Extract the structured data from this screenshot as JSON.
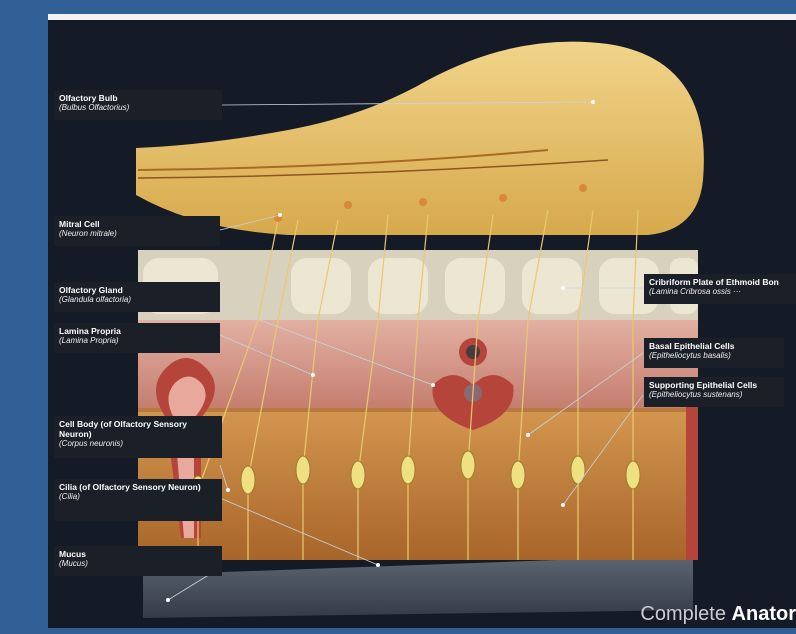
{
  "labels": [
    {
      "title": "Olfactory Bulb",
      "subtitle": "(Bulbus Olfactorius)"
    },
    {
      "title": "Mitral Cell",
      "subtitle": "(Neuron mitrale)"
    },
    {
      "title": "Olfactory Gland",
      "subtitle": "(Glandula olfactoria)"
    },
    {
      "title": "Lamina Propria",
      "subtitle": "(Lamina Propria)"
    },
    {
      "title": "Cell Body (of Olfactory Sensory Neuron)",
      "subtitle": "(Corpus neuronis)"
    },
    {
      "title": "Cilia (of Olfactory Sensory Neuron)",
      "subtitle": "(Cilia)"
    },
    {
      "title": "Mucus",
      "subtitle": "(Mucus)"
    },
    {
      "title": "Cribriform Plate of Ethmoid Bon",
      "subtitle": "(Lamina Cribrosa ossis ···"
    },
    {
      "title": "Basal Epithelial Cells",
      "subtitle": "(Epitheliocytus basalis)"
    },
    {
      "title": "Supporting Epithelial Cells",
      "subtitle": "(Epitheliocytus sustenans)"
    }
  ],
  "brand": {
    "prefix": "Complete ",
    "bold": "Anator"
  },
  "colors": {
    "background": "#2f5f94",
    "viewer": "#141a26",
    "label_bg": "#1b1f27",
    "bulb": "#e8c46b",
    "bone": "#e8e2cf",
    "lamina": "#d99a8e",
    "epithelium": "#c98b45"
  }
}
